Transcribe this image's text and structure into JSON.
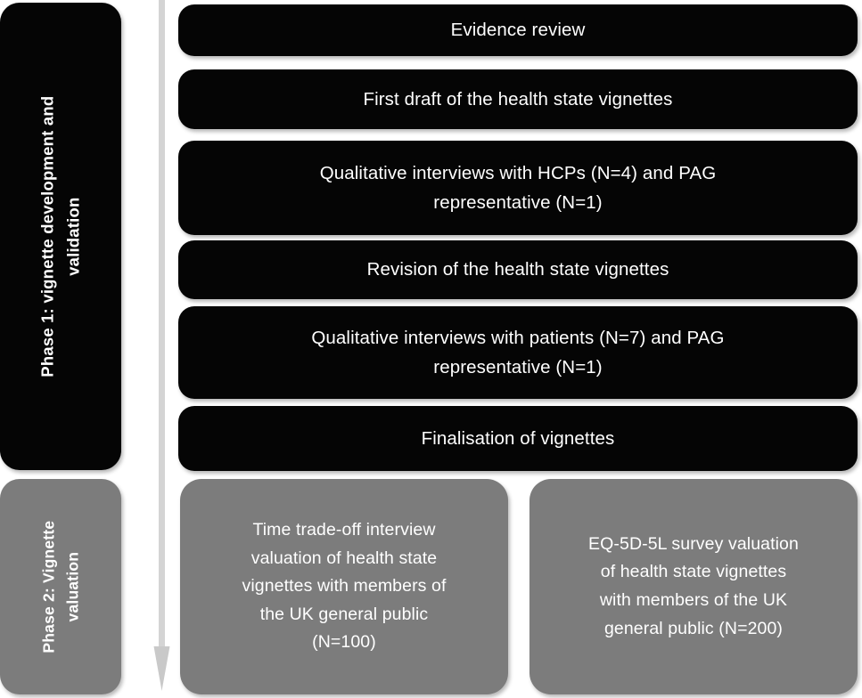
{
  "figure": {
    "type": "flowchart",
    "orientation": "vertical",
    "colors": {
      "phase1_fill": "#050505",
      "phase2_fill": "#7c7c7c",
      "text": "#ffffff",
      "arrow": "#d4d4d4",
      "background": "#ffffff"
    }
  },
  "phases": [
    {
      "id": "phase-1",
      "label_lines": [
        "Phase 1: vignette development and",
        "validation"
      ],
      "style": "dark"
    },
    {
      "id": "phase-2",
      "label_lines": [
        "Phase 2: Vignette",
        "valuation"
      ],
      "style": "grey"
    }
  ],
  "phase1_steps": [
    {
      "id": "step-evidence-review",
      "lines": [
        "Evidence review"
      ]
    },
    {
      "id": "step-first-draft",
      "lines": [
        "First draft of the health state vignettes"
      ]
    },
    {
      "id": "step-interviews-hcps",
      "lines": [
        "Qualitative interviews with HCPs (N=4) and PAG",
        "representative (N=1)"
      ]
    },
    {
      "id": "step-revision",
      "lines": [
        "Revision of the health state vignettes"
      ]
    },
    {
      "id": "step-interviews-patients",
      "lines": [
        "Qualitative interviews with patients (N=7) and PAG",
        "representative (N=1)"
      ]
    },
    {
      "id": "step-finalisation",
      "lines": [
        "Finalisation of vignettes"
      ]
    }
  ],
  "phase2_steps": [
    {
      "id": "step-tto-interview",
      "lines": [
        "Time trade-off interview",
        "valuation of health state",
        "vignettes with members of",
        "the UK general public",
        "(N=100)"
      ]
    },
    {
      "id": "step-eq5d5l-survey",
      "lines": [
        "EQ-5D-5L survey valuation",
        "of health state vignettes",
        "with members of the UK",
        "general public (N=200)"
      ]
    }
  ],
  "arrow": {
    "id": "flow-direction-arrow",
    "direction": "down",
    "color": "#d4d4d4"
  }
}
